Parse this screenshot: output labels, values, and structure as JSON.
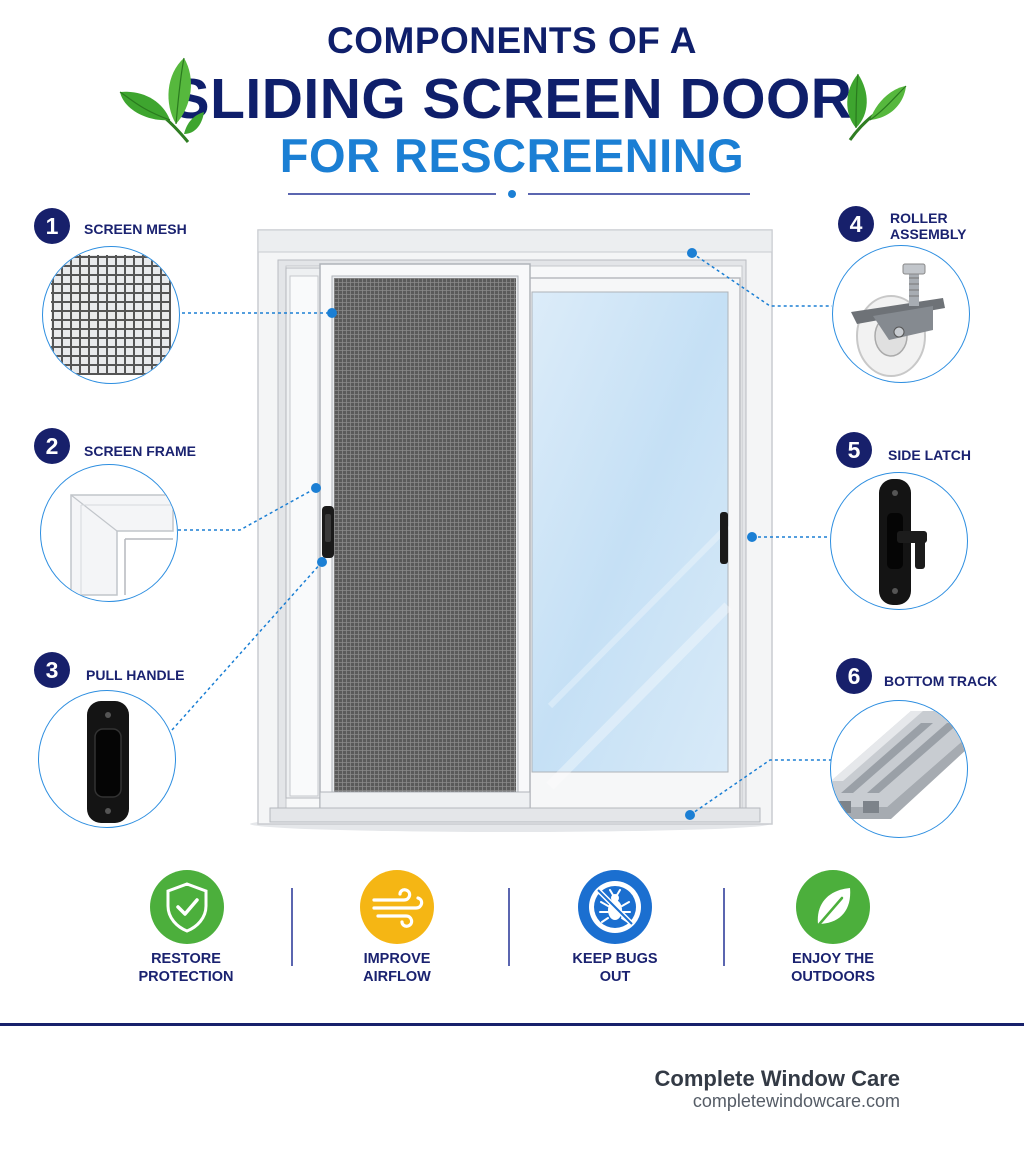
{
  "title": {
    "line1": "COMPONENTS OF A",
    "line2": "SLIDING SCREEN DOOR",
    "line3": "FOR RESCREENING"
  },
  "components": [
    {
      "number": "1",
      "label": "SCREEN MESH",
      "icon": "screen-mesh-icon"
    },
    {
      "number": "2",
      "label": "SCREEN FRAME",
      "icon": "screen-frame-icon"
    },
    {
      "number": "3",
      "label": "PULL HANDLE",
      "icon": "pull-handle-icon"
    },
    {
      "number": "4",
      "label_line1": "ROLLER",
      "label_line2": "ASSEMBLY",
      "icon": "roller-assembly-icon"
    },
    {
      "number": "5",
      "label": "SIDE LATCH",
      "icon": "side-latch-icon"
    },
    {
      "number": "6",
      "label": "BOTTOM TRACK",
      "icon": "bottom-track-icon"
    }
  ],
  "benefits": [
    {
      "line1": "RESTORE",
      "line2": "PROTECTION",
      "icon": "shield-check-icon",
      "color": "#4caf3c"
    },
    {
      "line1": "IMPROVE",
      "line2": "AIRFLOW",
      "icon": "wind-icon",
      "color": "#f5b614"
    },
    {
      "line1": "KEEP BUGS",
      "line2": "OUT",
      "icon": "no-bugs-icon",
      "color": "#1b6fd0"
    },
    {
      "line1": "ENJOY THE",
      "line2": "OUTDOORS",
      "icon": "leaf-icon",
      "color": "#4caf3c"
    }
  ],
  "footer": {
    "brand": "Complete Window Care",
    "url": "completewindowcare.com"
  },
  "colors": {
    "navy": "#17206b",
    "blue": "#1b7fd4",
    "leaf_green": "#3ea52f"
  }
}
